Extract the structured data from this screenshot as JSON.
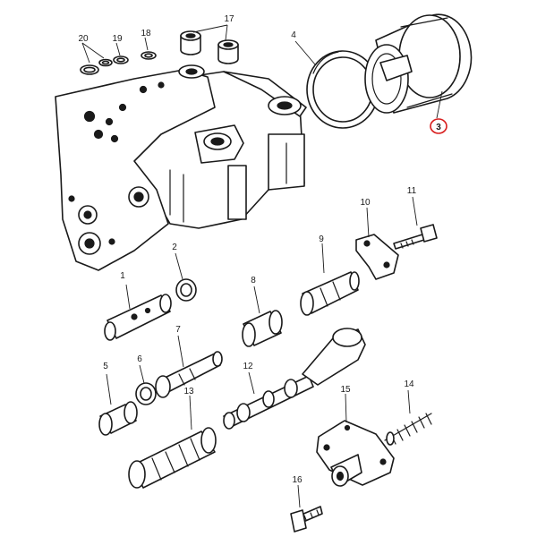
{
  "callouts": [
    {
      "label": "1"
    },
    {
      "label": "2"
    },
    {
      "label": "3"
    },
    {
      "label": "4"
    },
    {
      "label": "5"
    },
    {
      "label": "6"
    },
    {
      "label": "7"
    },
    {
      "label": "8"
    },
    {
      "label": "9"
    },
    {
      "label": "10"
    },
    {
      "label": "11"
    },
    {
      "label": "12"
    },
    {
      "label": "13"
    },
    {
      "label": "14"
    },
    {
      "label": "15"
    },
    {
      "label": "16"
    },
    {
      "label": "17"
    },
    {
      "label": "18"
    },
    {
      "label": "19"
    },
    {
      "label": "20"
    }
  ],
  "highlight": {
    "label": "3",
    "color": "#d81e1e"
  },
  "colors": {
    "line": "#1a1a1a",
    "background": "#ffffff"
  }
}
